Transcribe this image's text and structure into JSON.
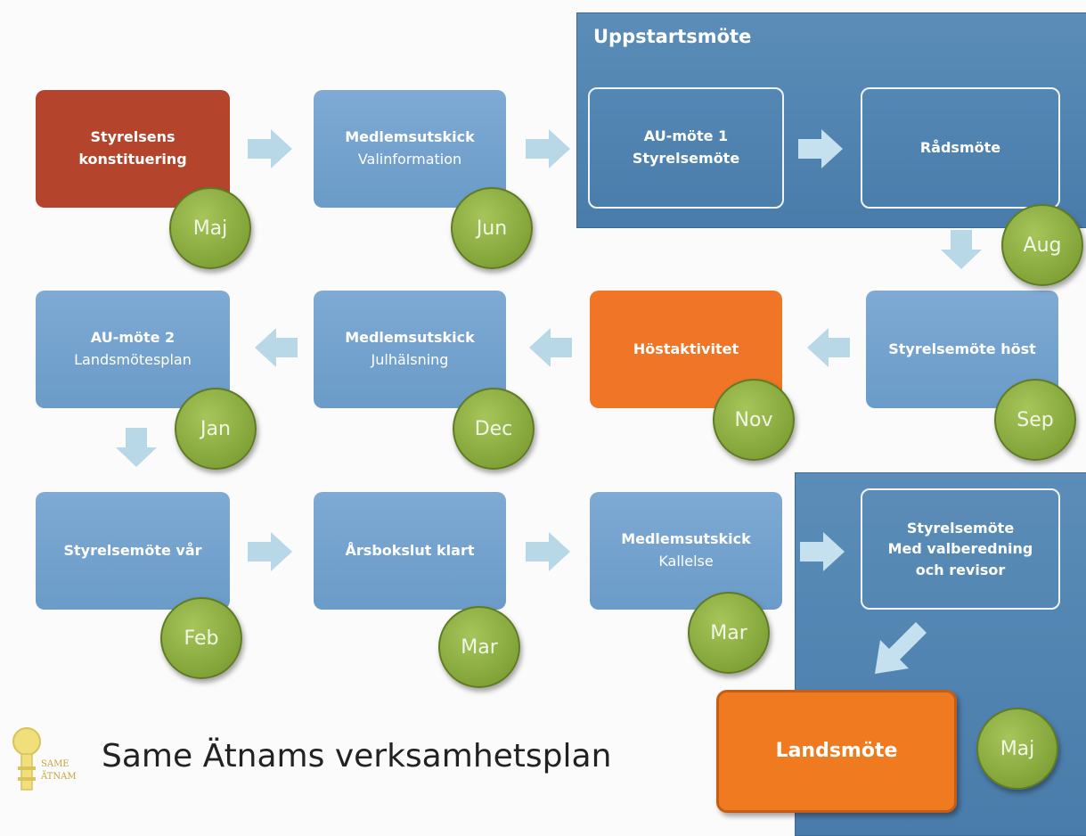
{
  "colors": {
    "panel": "#4f80ae",
    "box_blue": "#72a0cc",
    "box_red": "#b4452c",
    "box_orange": "#f07526",
    "circle_green": "#8aab3f",
    "arrow": "#b8d8e8"
  },
  "groups": {
    "uppstart": {
      "title": "Uppstartsmöte"
    }
  },
  "steps": {
    "konstituering": {
      "line1": "Styrelsens",
      "line2": "konstituering",
      "month": "Maj"
    },
    "valinfo": {
      "line1": "Medlemsutskick",
      "line2": "Valinformation",
      "month": "Jun"
    },
    "au1": {
      "line1": "AU-möte 1",
      "line2": "Styrelsemöte"
    },
    "radsmote": {
      "line1": "Rådsmöte",
      "month": "Aug"
    },
    "host": {
      "line1": "Styrelsemöte höst",
      "month": "Sep"
    },
    "hostaktivitet": {
      "line1": "Höstaktivitet",
      "month": "Nov"
    },
    "julhalsning": {
      "line1": "Medlemsutskick",
      "line2": "Julhälsning",
      "month": "Dec"
    },
    "au2": {
      "line1": "AU-möte 2",
      "line2": "Landsmötesplan",
      "month": "Jan"
    },
    "var": {
      "line1": "Styrelsemöte vår",
      "month": "Feb"
    },
    "arsbokslut": {
      "line1": "Årsbokslut klart",
      "month": "Mar"
    },
    "kallelse": {
      "line1": "Medlemsutskick",
      "line2": "Kallelse",
      "month": "Mar"
    },
    "valberedning": {
      "line1": "Styrelsemöte",
      "line2": "Med valberedning",
      "line3": "och revisor"
    },
    "landsmote": {
      "line1": "Landsmöte",
      "month": "Maj"
    }
  },
  "footer": {
    "logo_line1": "SAME",
    "logo_line2": "ÄTNAM",
    "title": "Same Ätnams verksamhetsplan"
  }
}
